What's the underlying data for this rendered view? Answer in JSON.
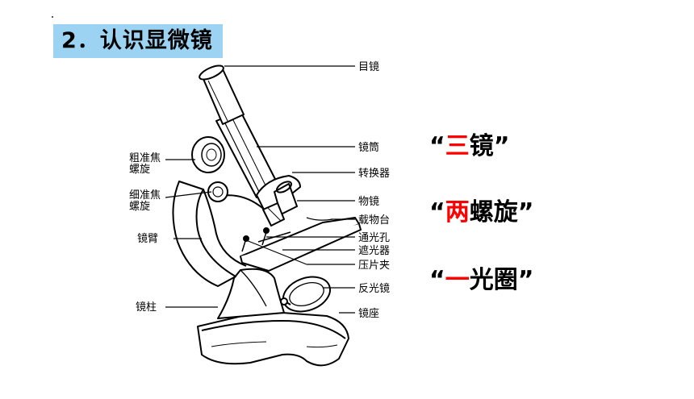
{
  "title": "2．认识显微镜",
  "labels": {
    "eyepiece": "目镜",
    "tube": "镜筒",
    "nosepiece": "转换器",
    "objective": "物镜",
    "stage": "载物台",
    "stage_hole": "通光孔",
    "diaphragm": "遮光器",
    "clips": "压片夹",
    "mirror": "反光镜",
    "base": "镜座",
    "coarse_line1": "粗准焦",
    "coarse_line2": "螺旋",
    "fine_line1": "细准焦",
    "fine_line2": "螺旋",
    "arm": "镜臂",
    "pillar": "镜柱"
  },
  "summary": [
    {
      "open": "“",
      "highlight": "三",
      "rest": "镜",
      "close": "”"
    },
    {
      "open": "“",
      "highlight": "两",
      "rest": "螺旋",
      "close": "”"
    },
    {
      "open": "“",
      "highlight": "一",
      "rest": "光圈",
      "close": "”"
    }
  ],
  "colors": {
    "title_bg": "#9dd3f2",
    "highlight": "#ff0000"
  }
}
